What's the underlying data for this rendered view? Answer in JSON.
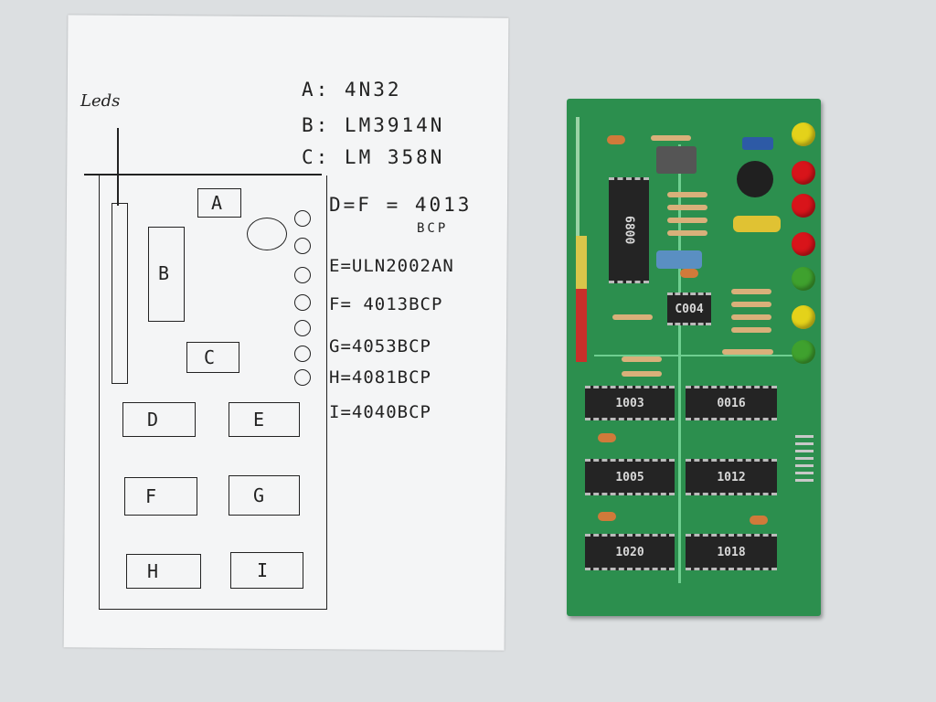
{
  "sheet": {
    "leds_label": "Leds",
    "parts_list": [
      {
        "text": "A: 4N32"
      },
      {
        "text": "B: LM3914N"
      },
      {
        "text": "C: LM 358N"
      },
      {
        "text": "D=F = 4013"
      },
      {
        "text": "BCP"
      },
      {
        "text": "E=ULN2002AN"
      },
      {
        "text": "F= 4013BCP"
      },
      {
        "text": "G=4053BCP"
      },
      {
        "text": "H=4081BCP"
      },
      {
        "text": "I=4040BCP"
      }
    ],
    "layout_labels": {
      "A": "A",
      "B": "B",
      "C": "C",
      "D": "D",
      "E": "E",
      "F": "F",
      "G": "G",
      "H": "H",
      "I": "I"
    }
  },
  "pcb": {
    "chip_markings": [
      "6800",
      "C004",
      "1003",
      "0016",
      "1005",
      "1012",
      "1020",
      "1018"
    ],
    "led_colors": [
      "#e4d21a",
      "#d8141a",
      "#d8141a",
      "#d8141a",
      "#3fa12e",
      "#e4d21a",
      "#3fa12e"
    ]
  }
}
